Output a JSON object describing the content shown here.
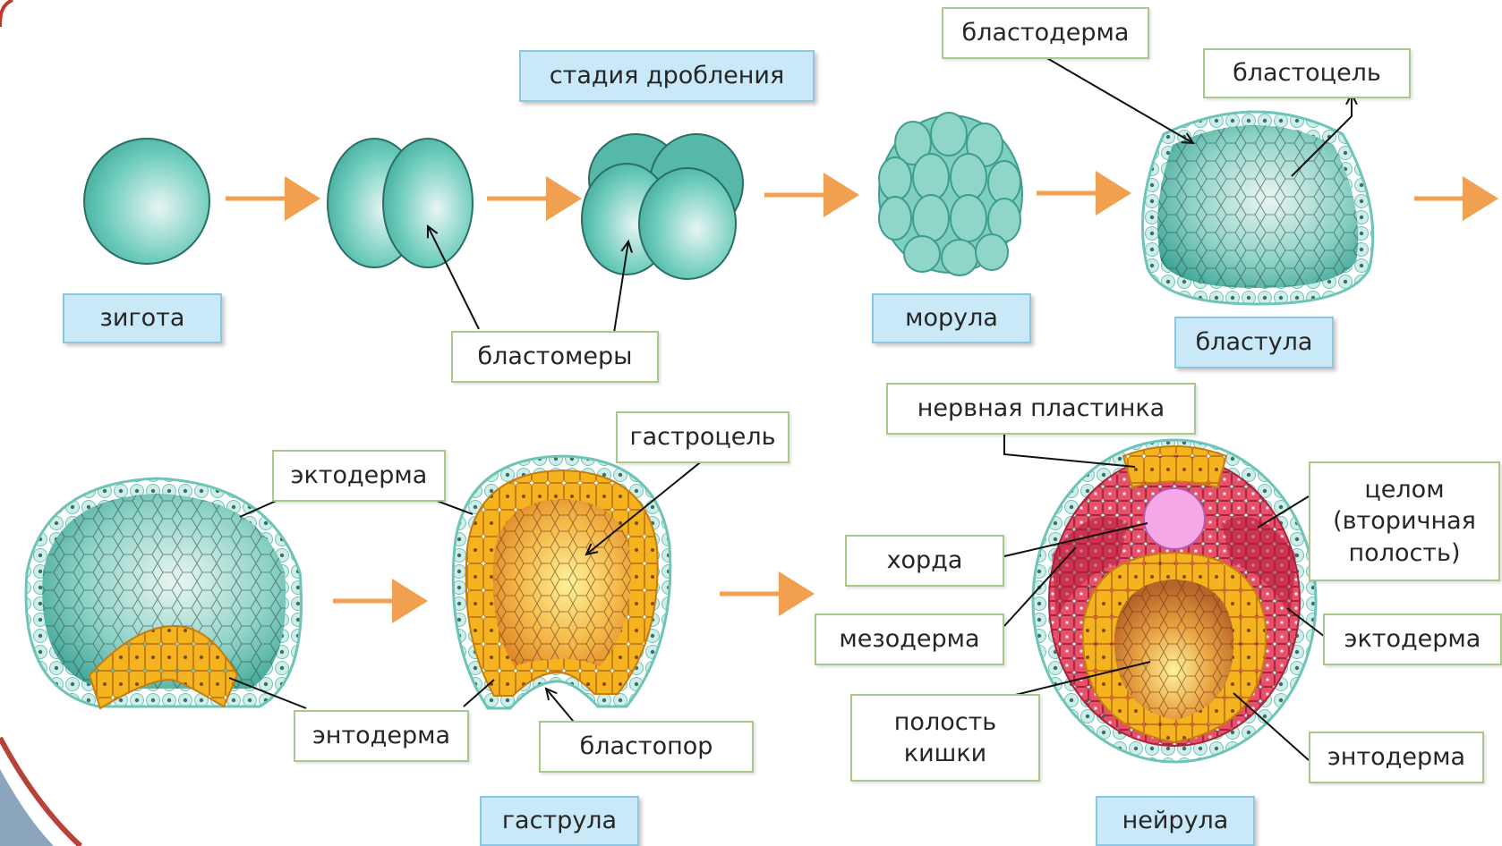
{
  "colors": {
    "arrow": "#f0a050",
    "cell_teal": "#5fc6b5",
    "cell_teal_dark": "#2f8f83",
    "ectoderm": "#c7ebe6",
    "endoderm": "#f5b320",
    "mesoderm": "#e8506a",
    "notochord": "#f5a8e8",
    "stage_label_bg": "#c9e9f8",
    "part_label_border": "#a9c98a"
  },
  "labels": {
    "cleavage_stage": "стадия дробления",
    "zygote": "зигота",
    "blastomeres": "бластомеры",
    "morula": "морула",
    "blastoderm": "бластодерма",
    "blastocoel": "бластоцель",
    "blastula": "бластула",
    "ectoderm_gastrula": "эктодерма",
    "endoderm_gastrula": "энтодерма",
    "gastrocoel": "гастроцель",
    "blastopore": "бластопор",
    "gastrula": "гаструла",
    "neural_plate": "нервная пластинка",
    "chorda": "хорда",
    "mesoderm": "мезодерма",
    "gut_cavity": "полость\nкишки",
    "coelom": "целом\n(вторичная\nполость)",
    "ectoderm_neurula": "эктодерма",
    "endoderm_neurula": "энтодерма",
    "neurula": "нейрула"
  }
}
